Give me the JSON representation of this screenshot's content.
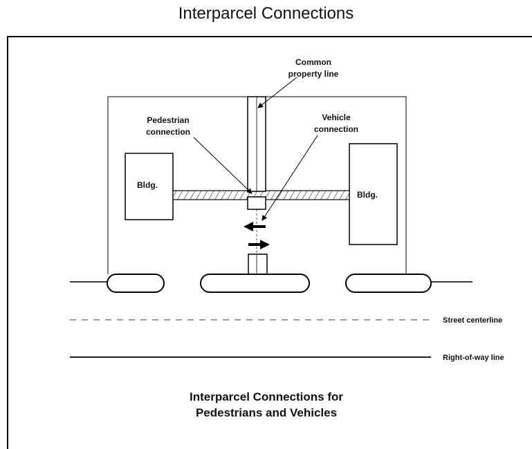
{
  "page": {
    "title": "Interparcel Connections"
  },
  "diagram": {
    "labels": {
      "common_property_line": [
        "Common",
        "property line"
      ],
      "pedestrian_connection": [
        "Pedestrian",
        "connection"
      ],
      "vehicle_connection": [
        "Vehicle",
        "connection"
      ],
      "bldg_left": "Bldg.",
      "bldg_right": "Bldg.",
      "street_centerline": "Street centerline",
      "right_of_way_line": "Right-of-way line"
    },
    "caption": [
      "Interparcel Connections for",
      "Pedestrians and Vehicles"
    ]
  }
}
